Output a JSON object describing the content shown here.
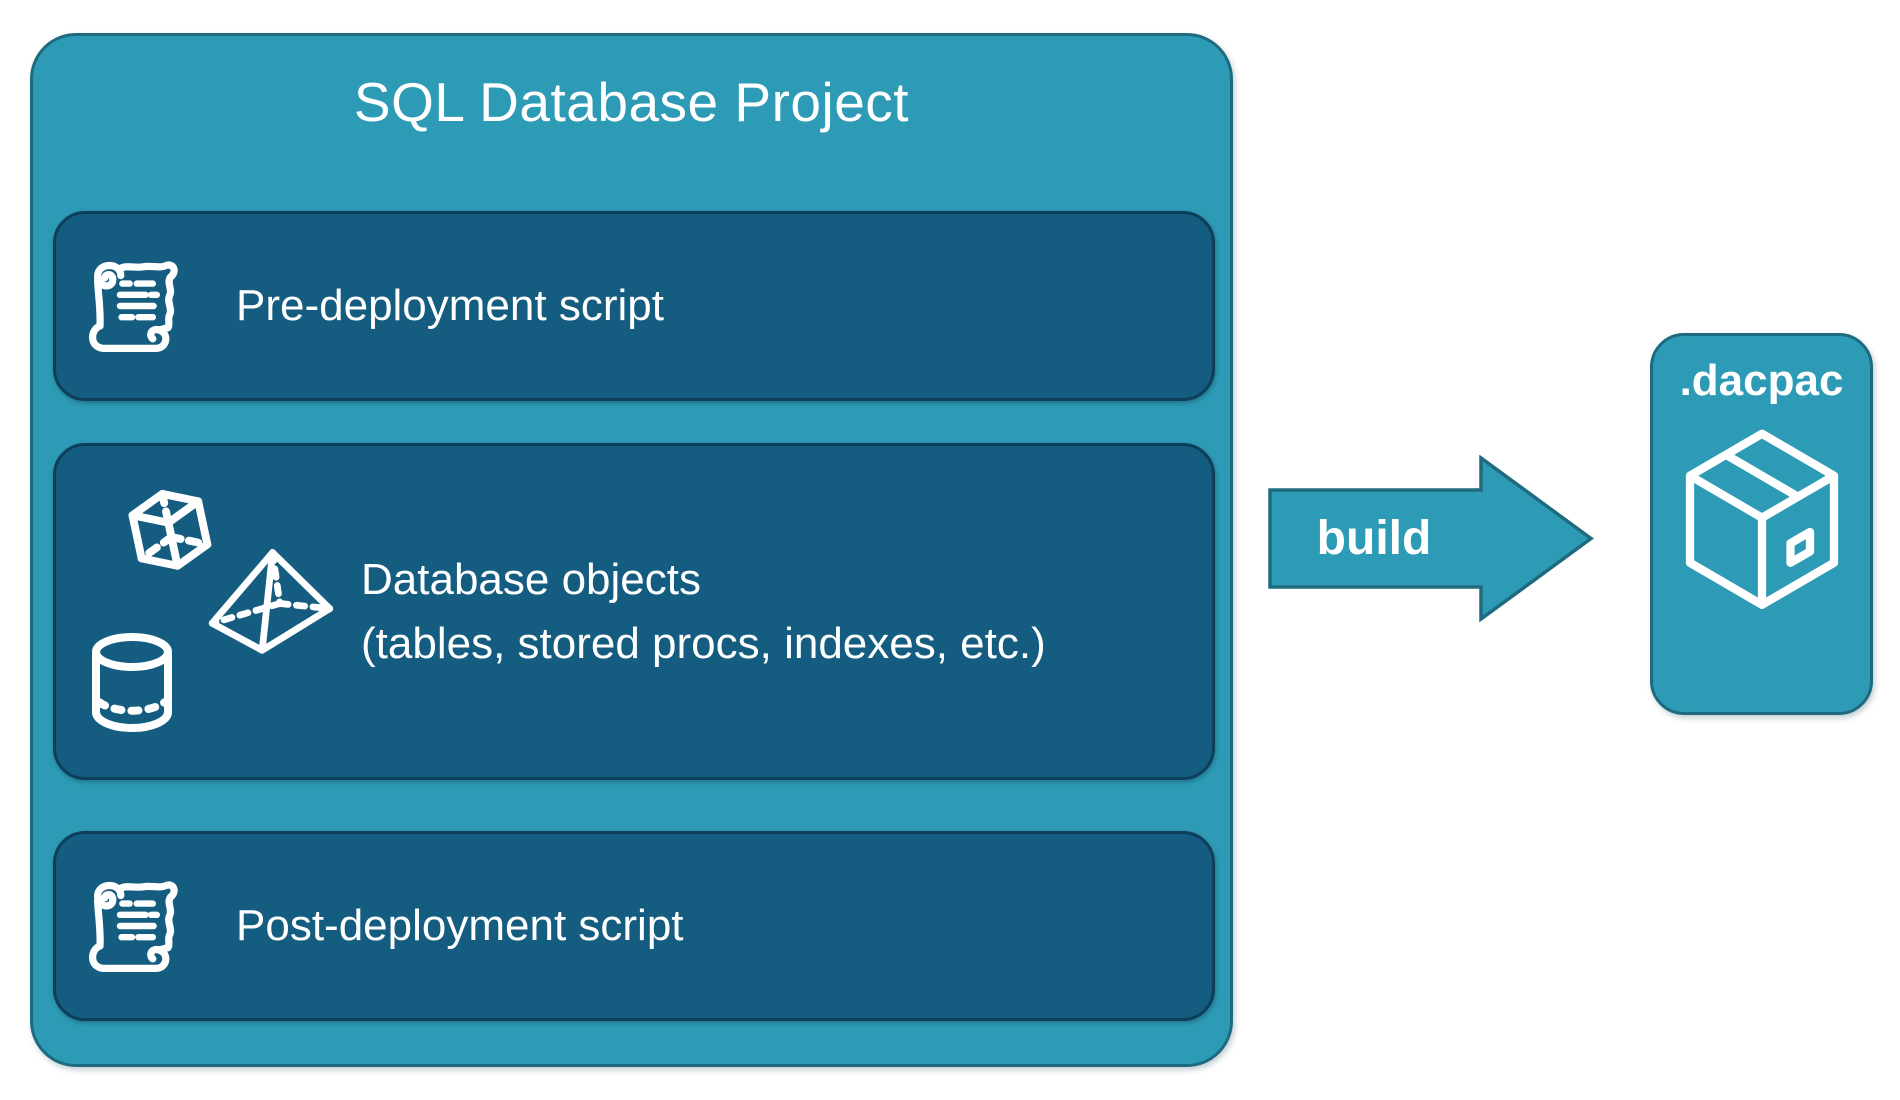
{
  "diagram": {
    "title": "SQL Database Project",
    "panels": [
      {
        "id": "pre-deployment",
        "label": "Pre-deployment script",
        "icon": "scroll-icon"
      },
      {
        "id": "database-objects",
        "label": "Database objects",
        "sublabel": "(tables, stored procs, indexes, etc.)",
        "icons": [
          "cube-icon",
          "pyramid-icon",
          "cylinder-icon"
        ]
      },
      {
        "id": "post-deployment",
        "label": "Post-deployment script",
        "icon": "scroll-icon"
      }
    ],
    "build_arrow": {
      "label": "build",
      "direction": "right"
    },
    "artifact": {
      "label": ".dacpac",
      "icon": "package-icon"
    }
  },
  "colors": {
    "teal": "#2E9BB6",
    "teal_border": "#1E6B80",
    "panel_fill": "#155D80",
    "panel_border": "#0D3E5A",
    "text": "#FFFFFF"
  }
}
